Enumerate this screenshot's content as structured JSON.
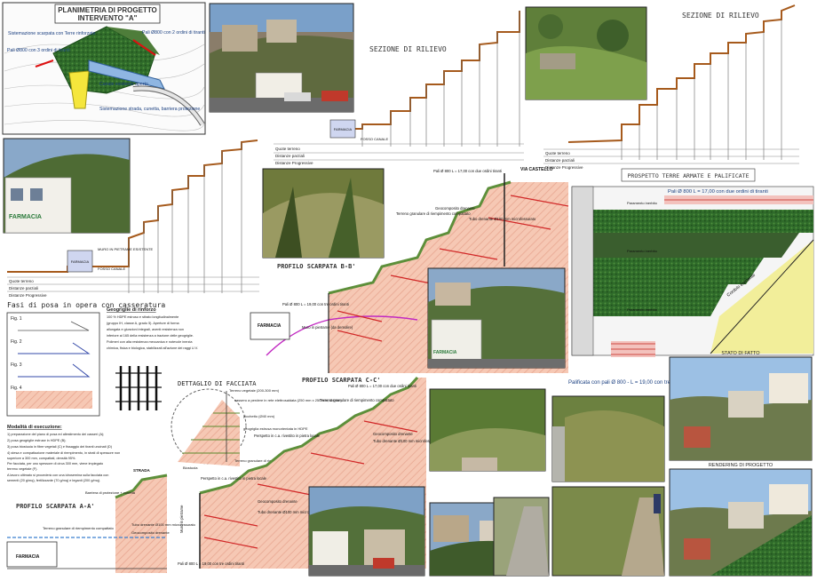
{
  "planimetria": {
    "title_line1": "PLANIMETRIA DI PROGETTO",
    "title_line2": "INTERVENTO \"A\"",
    "notes": [
      "Sistemazione scarpata con Terre rinforzate",
      "Pali Ø800 con 2 ordini di tiranti",
      "Pali Ø800 con 3 ordini di tiranti",
      "Canale esistente aperto",
      "Sistemazione strada, cunetta, barriera protezione"
    ]
  },
  "sezione_rilievo_1": {
    "title": "SEZIONE DI RILIEVO",
    "building": "FARMACIA",
    "canal": "FOSSO CANALE",
    "rows": [
      "Quote terreno",
      "Distanze parziali",
      "Distanze Progressive"
    ]
  },
  "sezione_rilievo_2": {
    "title": "SEZIONE DI RILIEVO",
    "rows": [
      "Quote terreno",
      "Distanze parziali",
      "Distanze Progressive"
    ]
  },
  "sezione_3": {
    "building": "FARMACIA",
    "wall_label": "MURO IN PIETRAME ESISTENTE",
    "canal": "FOSSO CANALE",
    "rows": [
      "Quote terreno",
      "Distanze parziali",
      "Distanze Progressive"
    ]
  },
  "photo_labels": {
    "farmacia_sign": "FARMACIA",
    "farmacia_sign_2": "FARMACIA"
  },
  "profilo_bb": {
    "title": "PROFILO SCARPATA B-B'",
    "via": "VIA CASTELLO",
    "pali": "Pali Ø 800 L = 17,00 con due ordini tiranti",
    "terreno": "Terreno granulare di riempimento compattato",
    "geo": "Geocomposito drenante",
    "tubo": "Tubo drenante Ø100 mm microfessurato",
    "pali2": "Pali Ø 800 L = 19,00 con tre ordini tiranti",
    "muro": "Muro in pietrame (da demolire)",
    "farmacia": "FARMACIA"
  },
  "prospetto": {
    "title": "PROSPETTO TERRE ARMATE E PALIFICATE",
    "pali_top": "Pali Ø 800 L = 17,00 con due ordini di tiranti",
    "pali_bottom": "Palificata con pali Ø 800 - L = 19,00 con tre ordini tiranti",
    "tag1": "Paramento inerbito",
    "tag2": "Paramento inerbito",
    "tag3": "Paramento inerbito",
    "diag": "Cordolo esistente"
  },
  "fasi": {
    "title": "Fasi di posa in opera con casseratura",
    "fig1": "Fig. 1",
    "fig2": "Fig. 2",
    "fig3": "Fig. 3",
    "fig4": "Fig. 4",
    "geo_title": "Geogriglie di rinforzo",
    "geo_text": [
      "100 % HDPE estruso e stirato longitudinalmente",
      "(gruppo IH, classe A, grado 5). Aperture di forma",
      "allungata e giunzioni integrali, aventi resistenza non",
      "inferiore ai 165 della resistenza a trazione delle geogriglie.",
      "Polimeri con alta resistenza meccanica e notevole inerzia",
      "chimica, fisica e biologica, stabilizzati all'azione dei raggi U.V."
    ],
    "mod_title": "Modalità di esecuzione:",
    "mod_text": [
      "1) preparazione del piano di posa ed allestimento dei casseri (A);",
      "2) posa geogriglie estruse in HDPE (B);",
      "3) posa biostuoia in fibre vegetali (C) e fissaggio dei tiranti uncinati (D)",
      "4) stesa e compattazione materiale di riempimento, in strati di spessore non",
      "   superiore a 300 mm, compattati, densità 95%.",
      "   Per facciata, per uno spessore di circa 300 mm, viene impiegato",
      "   terreno vegetale (F).",
      "A lavoro ultimato si procederà con una idrosemina sulla facciata con",
      "sementi (20 g/mq), fertilizzante (70 g/mq) e leganti (200 g/mq)."
    ]
  },
  "dettaglio": {
    "title": "DETTAGLIO DI FACCIATA",
    "n1": "Terreno vegetale (200-300 mm)",
    "n2": "cassero a perdere in rete elettrosaldata (250 mm x 250 mm, Ø8mm)",
    "n3": "picchetto (Ø40 mm)",
    "n4": "geogriglia estrusa monorientata in HDPE",
    "n5": "Terreno granulare di riempimento",
    "n6": "Biostuoia"
  },
  "profilo_cc": {
    "title": "PROFILO SCARPATA C-C'",
    "pali": "Pali Ø 800 L = 17,00 con due ordini tiranti",
    "terreno": "Terreno granulare di riempimento compattato",
    "perspetto": "Perspetto in c.a. rivestito in pietra locale",
    "geo": "Geocomposito drenante",
    "tubo": "Tubo drenante Ø100 mm microfessurato",
    "geo2": "Geocomposito drenante",
    "tubo2": "Tubo drenante Ø100 mm microfessurato",
    "muro": "Muro in pietrame",
    "pali2": "Pali Ø 800 L = 19,00 con tre ordini tiranti",
    "perspetto2": "Perspetto in c.a. rivestito in pietra locale"
  },
  "profilo_aa": {
    "title": "PROFILO SCARPATA A-A'",
    "barriera": "Barriera di protezione + cunetta",
    "strada": "STRADA",
    "terreno": "Terreno granulare di riempimento compattato",
    "tubo": "Tubo drenante Ø100 mm microfessurato",
    "geo": "Geocomposito drenante",
    "farmacia": "FARMACIA"
  },
  "rendering": {
    "stato": "STATO DI FATTO",
    "rendering": "RENDERING DI PROGETTO"
  }
}
